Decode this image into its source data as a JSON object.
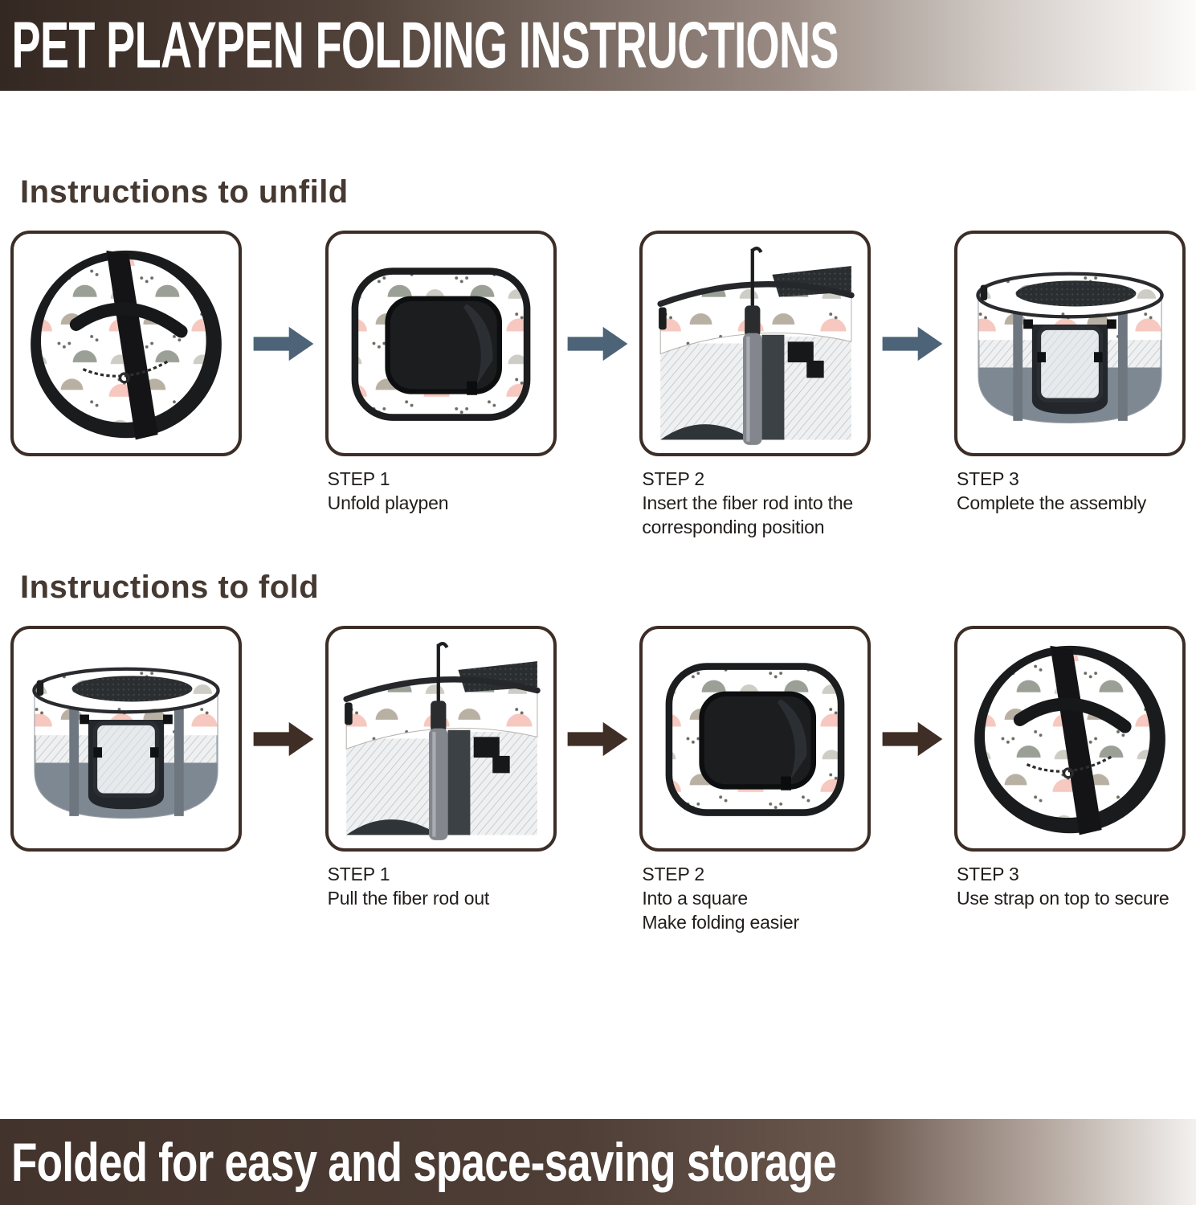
{
  "header": {
    "title": "PET PLAYPEN FOLDING INSTRUCTIONS"
  },
  "footer": {
    "title": "Folded for easy and space-saving storage"
  },
  "colors": {
    "banner_dark_brown": "#42332c",
    "arrow_unfold": "#4d6378",
    "arrow_fold": "#3f2e25",
    "heading_text": "#453931",
    "caption_text": "#211d1b",
    "box_border": "#3c2e26",
    "fabric_pink": "#f6c8bf",
    "fabric_gray": "#9aa096"
  },
  "sections": [
    {
      "heading": "Instructions to unfild",
      "arrow_color": "#4d6378",
      "steps": [
        {
          "image": "folded-bundle",
          "label": "",
          "caption": ""
        },
        {
          "image": "flat-playpen",
          "label": "STEP 1",
          "caption": "Unfold playpen"
        },
        {
          "image": "fiber-rod",
          "label": "STEP 2",
          "caption": "Insert the fiber rod into the\ncorresponding position"
        },
        {
          "image": "assembled-playpen",
          "label": "STEP 3",
          "caption": "Complete the assembly"
        }
      ]
    },
    {
      "heading": "Instructions to fold",
      "arrow_color": "#3f2e25",
      "steps": [
        {
          "image": "assembled-playpen",
          "label": "",
          "caption": ""
        },
        {
          "image": "fiber-rod",
          "label": "STEP 1",
          "caption": "Pull the fiber rod out"
        },
        {
          "image": "flat-playpen",
          "label": "STEP 2",
          "caption": "Into a square\nMake folding easier"
        },
        {
          "image": "folded-bundle",
          "label": "STEP 3",
          "caption": "Use strap on top to secure"
        }
      ]
    }
  ]
}
